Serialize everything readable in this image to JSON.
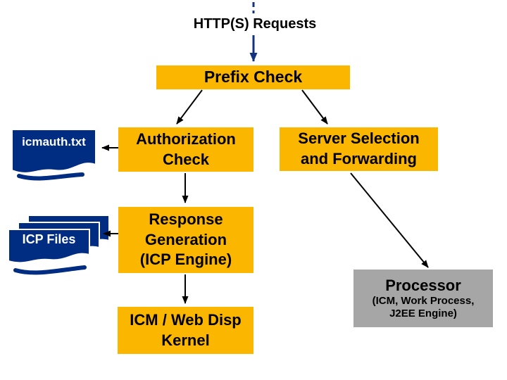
{
  "title": "HTTP(S) Requests",
  "nodes": {
    "prefix_check": {
      "label": "Prefix Check"
    },
    "authorization_check": {
      "label": "Authorization\nCheck"
    },
    "server_selection": {
      "label": "Server Selection\nand Forwarding"
    },
    "response_generation": {
      "label": "Response\nGeneration\n(ICP Engine)"
    },
    "icm_kernel": {
      "label": "ICM / Web Disp\nKernel"
    },
    "processor": {
      "title": "Processor",
      "subtitle": "(ICM, Work Process,\nJ2EE Engine)"
    }
  },
  "files": {
    "icmauth": {
      "label": "icmauth.txt",
      "shape": "document"
    },
    "icp": {
      "label": "ICP Files",
      "shape": "stacked-documents"
    }
  },
  "edges": [
    {
      "from": "http_requests",
      "to": "prefix_check",
      "style": "blue-dashed-then-solid-arrow"
    },
    {
      "from": "prefix_check",
      "to": "authorization_check",
      "style": "black-arrow"
    },
    {
      "from": "prefix_check",
      "to": "server_selection",
      "style": "black-arrow"
    },
    {
      "from": "authorization_check",
      "to": "icmauth",
      "style": "black-arrow"
    },
    {
      "from": "authorization_check",
      "to": "response_generation",
      "style": "black-arrow"
    },
    {
      "from": "response_generation",
      "to": "icp",
      "style": "black-arrow"
    },
    {
      "from": "response_generation",
      "to": "icm_kernel",
      "style": "black-arrow"
    },
    {
      "from": "server_selection",
      "to": "processor",
      "style": "black-arrow"
    }
  ],
  "colors": {
    "node_fill": "#FBB700",
    "processor_fill": "#A6A6A6",
    "document_fill": "#002D82",
    "document_text": "#FFFFFF",
    "connector": "#000000",
    "request_arrow": "#14337F",
    "text": "#000000",
    "background": "#FFFFFF"
  }
}
